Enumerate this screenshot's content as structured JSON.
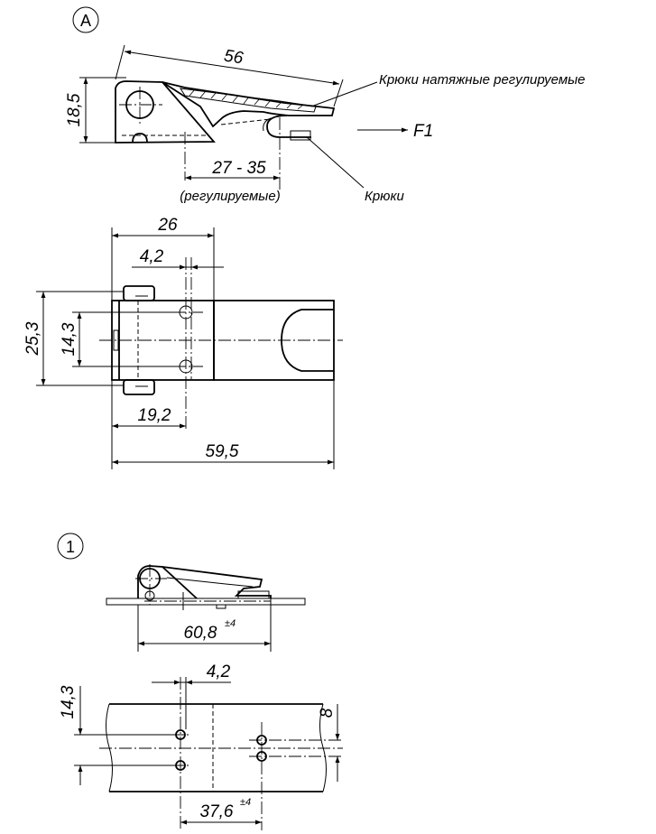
{
  "view_a": {
    "marker": "A",
    "dim_length": "56",
    "dim_height": "18,5",
    "dim_adjust": "27 - 35",
    "dim_adjust_note": "(регулируемые)",
    "label_hooks_adjustable": "Крюки натяжные регулируемые",
    "label_hooks": "Крюки",
    "label_force": "F1"
  },
  "view_top": {
    "dim_width_top": "26",
    "dim_hole_offset": "4,2",
    "dim_height_total": "25,3",
    "dim_hole_spacing": "14,3",
    "dim_hole_x": "19,2",
    "dim_total_length": "59,5"
  },
  "view_1": {
    "marker": "1",
    "dim_closed_length": "60,8",
    "dim_closed_tol": "±4",
    "dim_hole_offset": "4,2",
    "dim_hole_spacing": "14,3",
    "dim_hook_spacing": "8",
    "dim_hole_distance": "37,6",
    "dim_hole_tol": "±4"
  }
}
